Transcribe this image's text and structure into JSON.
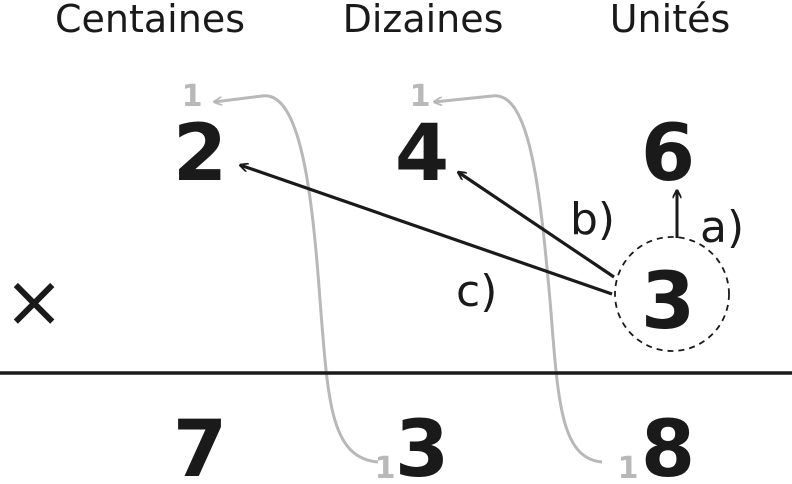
{
  "headers": {
    "hundreds": "Centaines",
    "tens": "Dizaines",
    "units": "Unités"
  },
  "multiplicand": {
    "hundreds": "2",
    "tens": "4",
    "units": "6"
  },
  "multiplier": "3",
  "operator": "×",
  "result": {
    "hundreds": "7",
    "tens": "3",
    "units": "8"
  },
  "carries": {
    "top_hundreds": "1",
    "top_tens": "1",
    "bottom_tens": "1",
    "bottom_units": "1"
  },
  "steps": {
    "a": "a)",
    "b": "b)",
    "c": "c)"
  },
  "colors": {
    "ink": "#1a1a1a",
    "carry": "#b8b8b8"
  }
}
